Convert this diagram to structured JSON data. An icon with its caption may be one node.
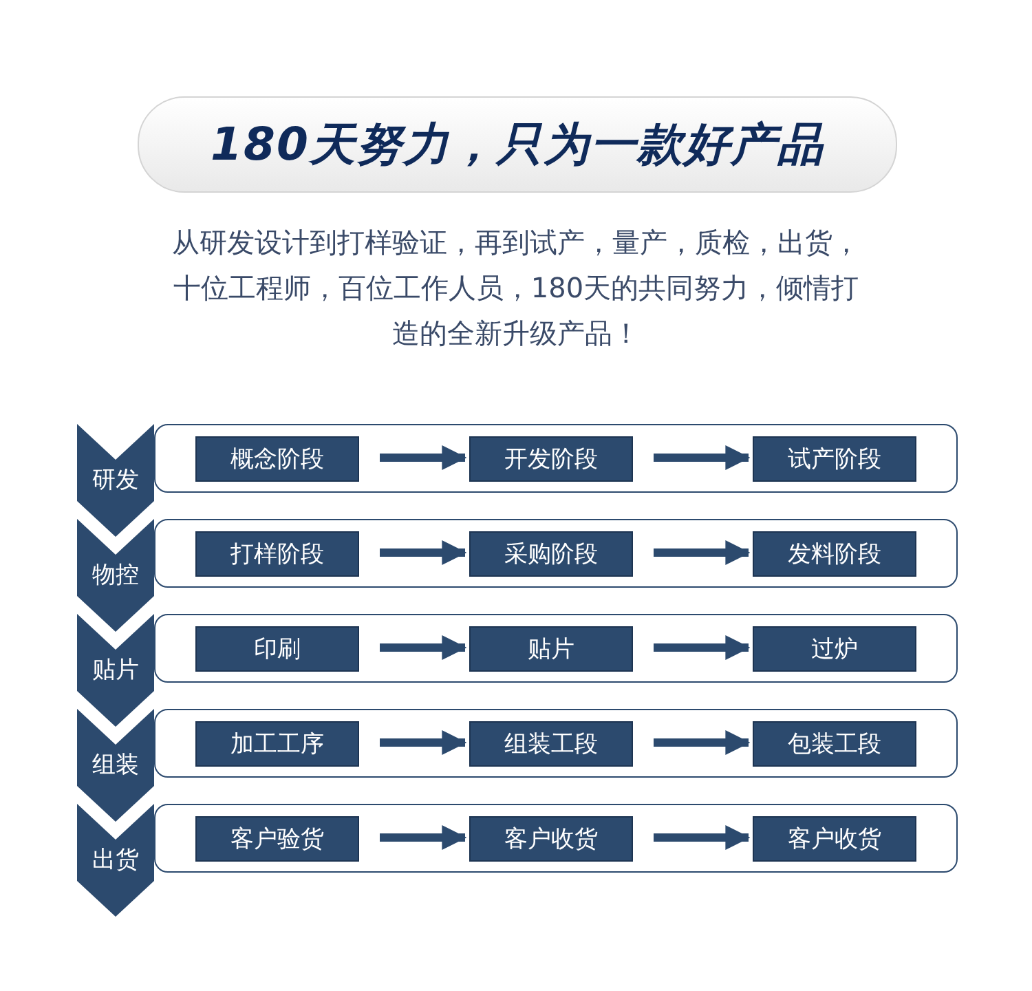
{
  "diagram": {
    "title": "180天努力，只为一款好产品",
    "nodes": [
      {
        "text": [
          "研发"
        ]
      },
      {
        "text": [],
        "shape": "box"
      },
      {
        "text": [
          "概念阶段"
        ],
        "in": 1
      },
      {
        "text": [
          "开发阶段"
        ],
        "in": 1
      },
      {
        "text": [
          "试产阶段"
        ],
        "in": 1
      },
      {
        "text": [
          "物控"
        ]
      },
      {
        "text": [],
        "shape": "box"
      },
      {
        "text": [
          "打样阶段"
        ],
        "in": 6
      },
      {
        "text": [
          "采购阶段"
        ],
        "in": 6
      },
      {
        "text": [
          "发料阶段"
        ],
        "in": 6
      },
      {
        "text": [
          "贴片"
        ]
      },
      {
        "text": [],
        "shape": "box"
      },
      {
        "text": [
          "印刷"
        ],
        "in": 11
      },
      {
        "text": [
          "贴片"
        ],
        "in": 11
      },
      {
        "text": [
          "过炉"
        ],
        "in": 11
      },
      {
        "text": [
          "组装"
        ]
      },
      {
        "text": [],
        "shape": "box"
      },
      {
        "text": [
          "加工工序"
        ],
        "in": 16
      },
      {
        "text": [
          "组装工段"
        ],
        "in": 16
      },
      {
        "text": [
          "包装工段"
        ],
        "in": 16
      },
      {
        "text": [
          "出货"
        ]
      },
      {
        "text": [],
        "shape": "box"
      },
      {
        "text": [
          "客户验货"
        ],
        "in": 21
      },
      {
        "text": [
          "客户收货"
        ],
        "in": 21
      },
      {
        "text": [
          "客户收货"
        ],
        "in": 21
      }
    ],
    "edges": [
      {
        "from": 2,
        "to": 3,
        "arrow": "to"
      },
      {
        "from": 3,
        "to": 4,
        "arrow": "to"
      },
      {
        "from": 7,
        "to": 8,
        "arrow": "to"
      },
      {
        "from": 8,
        "to": 9,
        "arrow": "to"
      },
      {
        "from": 12,
        "to": 13,
        "arrow": "to"
      },
      {
        "from": 13,
        "to": 14,
        "arrow": "to"
      },
      {
        "from": 17,
        "to": 18,
        "arrow": "to"
      },
      {
        "from": 18,
        "to": 19,
        "arrow": "to"
      },
      {
        "from": 22,
        "to": 23,
        "arrow": "to"
      },
      {
        "from": 23,
        "to": 24,
        "arrow": "to"
      }
    ],
    "labels": [
      "从研发设计到打样验证，再到试产，量产，质检，出货，十位工程师，百位工作人员，180天的共同努力，倾情打造的全新升级产品！"
    ]
  }
}
